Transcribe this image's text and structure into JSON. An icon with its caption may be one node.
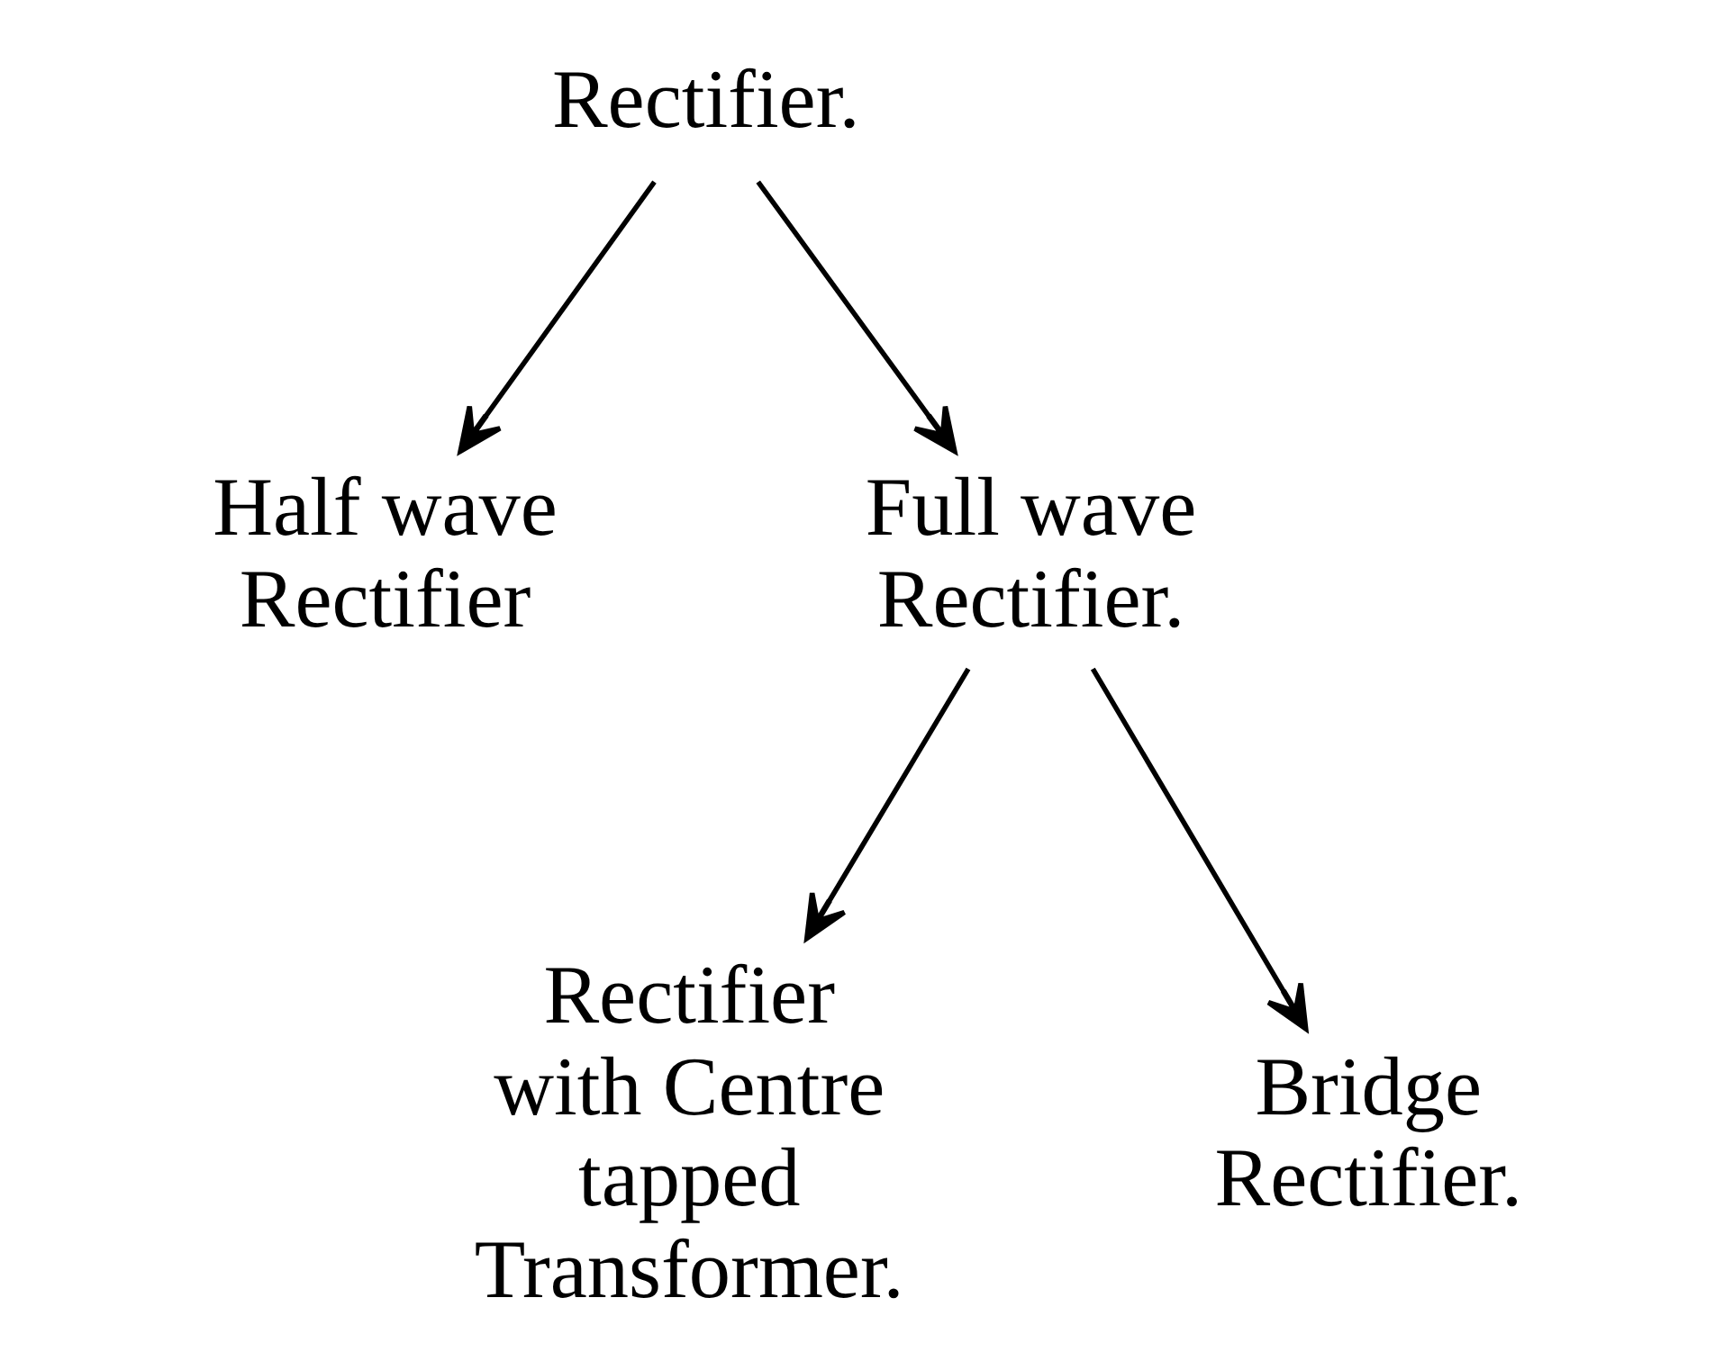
{
  "diagram": {
    "nodes": [
      {
        "text": [
          "Rectifier."
        ]
      },
      {
        "text": [
          "Half wave Rectifier"
        ]
      },
      {
        "text": [
          "Full wave Rectifier."
        ]
      },
      {
        "text": [
          "Rectifier with Centre tapped Transformer."
        ]
      },
      {
        "text": [
          "Bridge Rectifier."
        ]
      }
    ],
    "edges": [
      {
        "from": 0,
        "to": 1,
        "arrow": "to"
      },
      {
        "from": 0,
        "to": 2,
        "arrow": "to"
      },
      {
        "from": 2,
        "to": 3,
        "arrow": "to"
      },
      {
        "from": 2,
        "to": 4,
        "arrow": "to"
      }
    ]
  }
}
